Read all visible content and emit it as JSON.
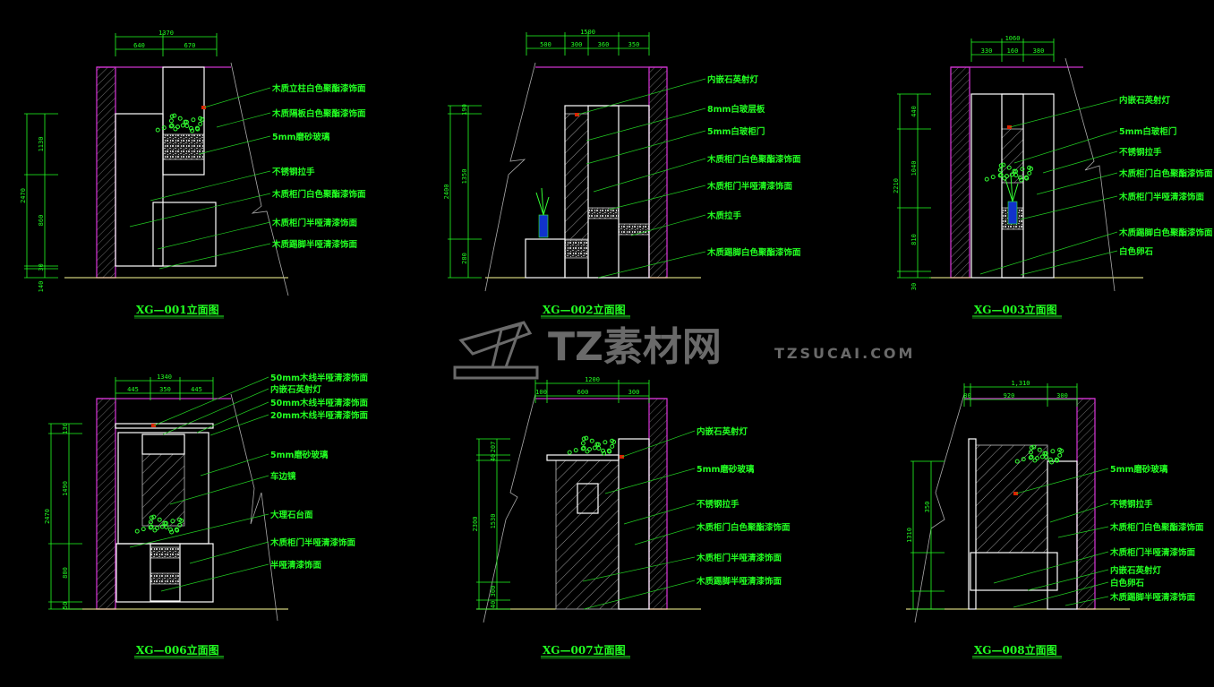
{
  "colors": {
    "background": "#000000",
    "annotation": "#22ff22",
    "wall": "#cc33cc",
    "outline": "#ffffff",
    "hatch": "#9a9a9a",
    "floor": "#ffff99",
    "light": "#dd2200",
    "vase": "#1133cc"
  },
  "watermark": {
    "brand": "TZ素材网",
    "url": "TZSUCAI.COM"
  },
  "panels": [
    {
      "title": "XG—001立面图",
      "dims_top": {
        "total": "1370",
        "parts": [
          "640",
          "670"
        ]
      },
      "dims_left": {
        "total": "2470",
        "parts": [
          "1130",
          "860",
          "30"
        ],
        "extra": "140"
      },
      "labels": [
        "木质立柱白色聚酯漆饰面",
        "木质隔板白色聚酯漆饰面",
        "5mm磨砂玻璃",
        "不锈钢拉手",
        "木质柜门白色聚酯漆饰面",
        "木质柜门半哑清漆饰面",
        "木质踢脚半哑清漆饰面"
      ]
    },
    {
      "title": "XG—002立面图",
      "dims_top": {
        "total": "1500",
        "parts": [
          "500",
          "300",
          "360",
          "350"
        ]
      },
      "dims_left": {
        "total": "2400",
        "parts": [
          "190",
          "1350",
          "280"
        ]
      },
      "labels": [
        "内嵌石英射灯",
        "8mm白玻层板",
        "5mm白玻柜门",
        "木质柜门白色聚酯漆饰面",
        "木质柜门半哑清漆饰面",
        "木质拉手",
        "木质踢脚白色聚酯漆饰面"
      ]
    },
    {
      "title": "XG—003立面图",
      "dims_top": {
        "total": "1060",
        "parts": [
          "330",
          "160",
          "380"
        ]
      },
      "dims_left": {
        "total": "2210",
        "parts": [
          "440",
          "1040",
          "810"
        ],
        "extra": "30"
      },
      "labels": [
        "内嵌石英射灯",
        "5mm白玻柜门",
        "不锈钢拉手",
        "木质柜门白色聚酯漆饰面",
        "木质柜门半哑清漆饰面",
        "木质踢脚白色聚酯漆饰面",
        "白色卵石"
      ]
    },
    {
      "title": "XG—006立面图",
      "dims_top": {
        "total": "1340",
        "parts": [
          "445",
          "350",
          "445"
        ]
      },
      "dims_left": {
        "total": "2470",
        "parts": [
          "130",
          "1490",
          "800",
          "50"
        ]
      },
      "labels": [
        "50mm木线半哑清漆饰面",
        "内嵌石英射灯",
        "50mm木线半哑清漆饰面",
        "20mm木线半哑清漆饰面",
        "5mm磨砂玻璃",
        "车边镜",
        "大理石台面",
        "木质柜门半哑清漆饰面",
        "半哑清漆饰面"
      ]
    },
    {
      "title": "XG—007立面图",
      "dims_top": {
        "total": "1200",
        "parts": [
          "100",
          "600",
          "300"
        ]
      },
      "dims_left": {
        "total": "2300",
        "parts": [
          "207",
          "40",
          "1530",
          "300",
          "40"
        ]
      },
      "labels": [
        "内嵌石英射灯",
        "5mm磨砂玻璃",
        "不锈钢拉手",
        "木质柜门白色聚酯漆饰面",
        "木质柜门半哑清漆饰面",
        "木质踢脚半哑清漆饰面"
      ]
    },
    {
      "title": "XG—008立面图",
      "dims_top": {
        "total": "1,310",
        "parts": [
          "80",
          "920",
          "300"
        ]
      },
      "dims_left": {
        "total": "1310",
        "parts": [
          "350"
        ]
      },
      "labels": [
        "5mm磨砂玻璃",
        "不锈钢拉手",
        "木质柜门白色聚酯漆饰面",
        "木质柜门半哑清漆饰面",
        "内嵌石英射灯",
        "白色卵石",
        "木质踢脚半哑清漆饰面"
      ]
    }
  ]
}
